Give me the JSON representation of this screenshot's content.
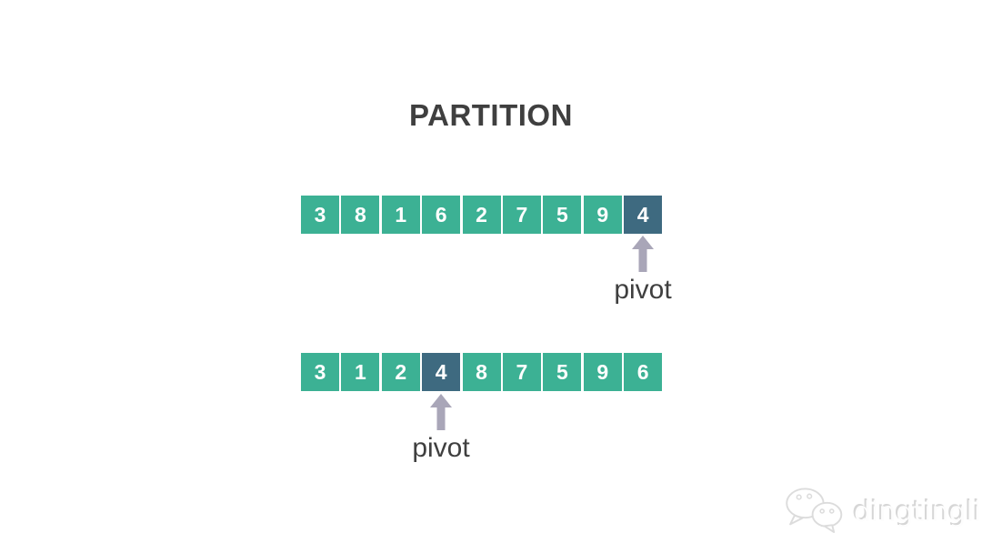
{
  "title": "PARTITION",
  "arrays": [
    {
      "name": "before-partition",
      "values": [
        3,
        8,
        1,
        6,
        2,
        7,
        5,
        9,
        4
      ],
      "pivot_index": 8,
      "pivot_value": 4,
      "label": "pivot"
    },
    {
      "name": "after-partition",
      "values": [
        3,
        1,
        2,
        4,
        8,
        7,
        5,
        9,
        6
      ],
      "pivot_index": 3,
      "pivot_value": 4,
      "label": "pivot"
    }
  ],
  "colors": {
    "background": "#ffffff",
    "cell": "#3cb194",
    "pivot_cell": "#3e6a80",
    "cell_text": "#ffffff",
    "title_text": "#3f3f3f",
    "label_text": "#3f3f3f",
    "arrow": "#a9a6b8",
    "watermark": "#d6d6d6"
  },
  "watermark": {
    "icon": "wechat-icon",
    "text": "dingtingli"
  }
}
